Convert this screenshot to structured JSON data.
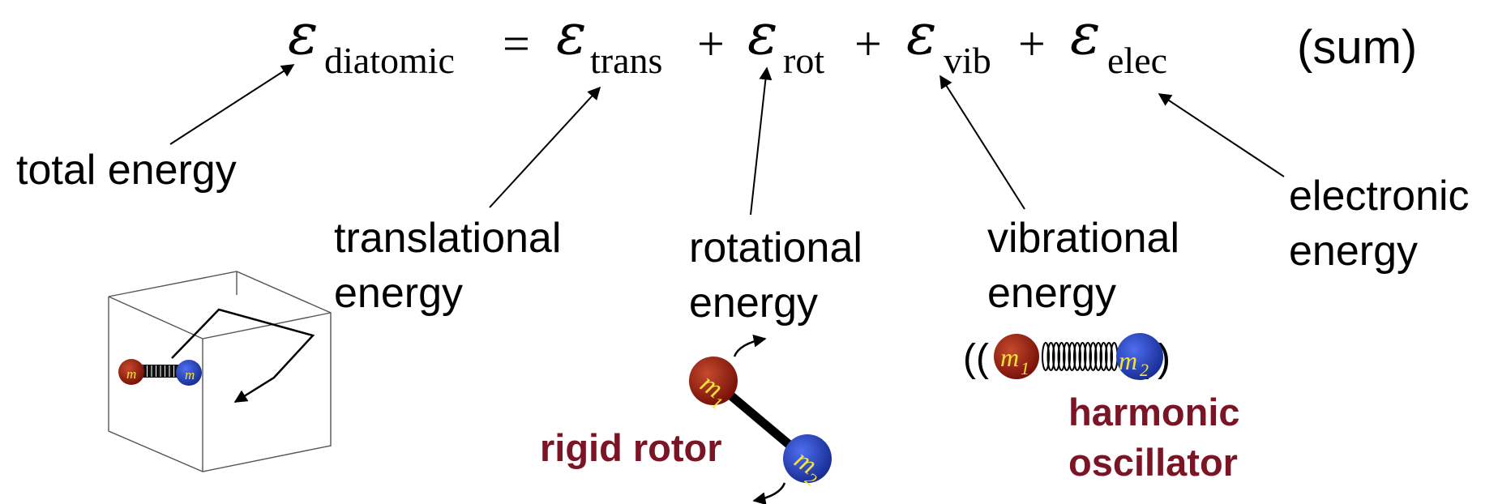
{
  "equation": {
    "symbol": "ε",
    "lhs_sub": "diatomic",
    "equals": "=",
    "plus": "+",
    "trans_sub": "trans",
    "rot_sub": "rot",
    "vib_sub": "vib",
    "elec_sub": "elec",
    "note": "(sum)"
  },
  "labels": {
    "total": "total energy",
    "trans_1": "translational",
    "trans_2": "energy",
    "rot_1": "rotational",
    "rot_2": "energy",
    "vib_1": "vibrational",
    "vib_2": "energy",
    "elec_1": "electronic",
    "elec_2": "energy",
    "rotor_1": "rigid rotor",
    "osc_1": "harmonic",
    "osc_2": "oscillator"
  },
  "molecule": {
    "m1": "m",
    "m1_sub": "1",
    "m2": "m",
    "m2_sub": "2",
    "paren_left": "((",
    "paren_right": "))"
  },
  "colors": {
    "m1_ball": "#8b1a10",
    "m2_ball": "#1f3aa8",
    "mass_label": "#f2e23a",
    "accent_text": "#7b1424"
  }
}
